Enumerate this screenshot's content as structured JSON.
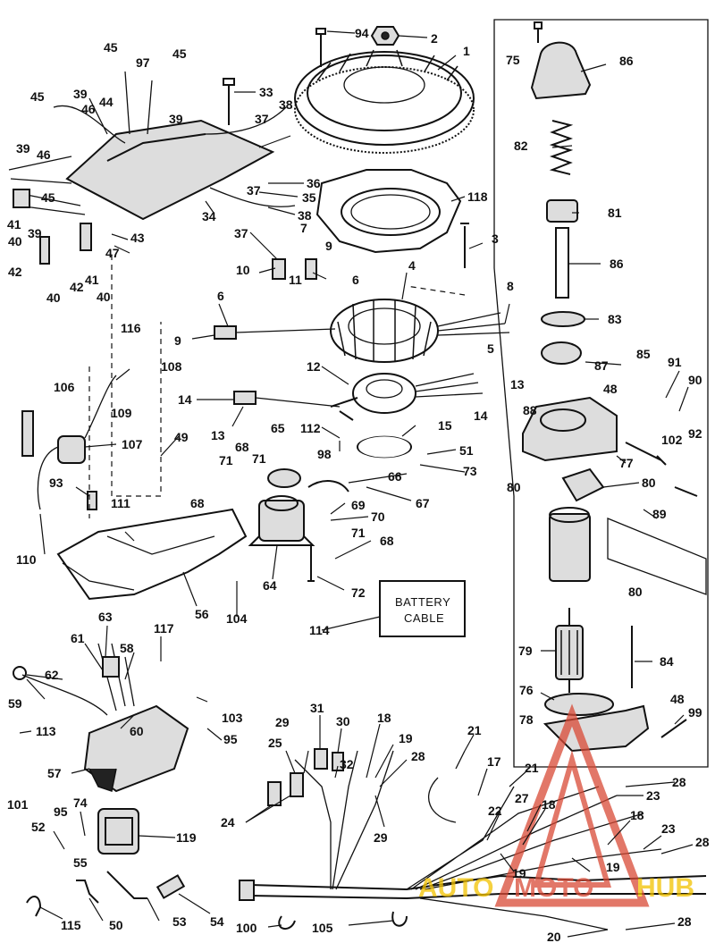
{
  "battery_box": {
    "line1": "BATTERY",
    "line2": "CABLE"
  },
  "watermark": {
    "word1": "AUTO",
    "word2": "MOTO",
    "word3": "HUB",
    "color1": "#f2c200",
    "color2": "#d94a36"
  },
  "callouts": {
    "c1": "1",
    "c2": "2",
    "c3": "3",
    "c4": "4",
    "c5": "5",
    "c6a": "6",
    "c6b": "6",
    "c7": "7",
    "c8": "8",
    "c9a": "9",
    "c9b": "9",
    "c10": "10",
    "c11": "11",
    "c12": "12",
    "c13a": "13",
    "c13b": "13",
    "c14a": "14",
    "c14b": "14",
    "c15": "15",
    "c17": "17",
    "c18a": "18",
    "c18b": "18",
    "c18c": "18",
    "c19a": "19",
    "c19b": "19",
    "c19c": "19",
    "c20": "20",
    "c21a": "21",
    "c21b": "21",
    "c22": "22",
    "c23a": "23",
    "c23b": "23",
    "c24": "24",
    "c25": "25",
    "c27": "27",
    "c28a": "28",
    "c28b": "28",
    "c28c": "28",
    "c28d": "28",
    "c29a": "29",
    "c29b": "29",
    "c30": "30",
    "c31": "31",
    "c32": "32",
    "c33": "33",
    "c34": "34",
    "c35": "35",
    "c36": "36",
    "c37a": "37",
    "c37b": "37",
    "c37c": "37",
    "c38a": "38",
    "c38b": "38",
    "c39a": "39",
    "c39b": "39",
    "c39c": "39",
    "c39d": "39",
    "c40a": "40",
    "c40b": "40",
    "c40c": "40",
    "c41a": "41",
    "c41b": "41",
    "c42a": "42",
    "c42b": "42",
    "c43": "43",
    "c44": "44",
    "c45a": "45",
    "c45b": "45",
    "c45c": "45",
    "c45d": "45",
    "c46a": "46",
    "c46b": "46",
    "c47": "47",
    "c48a": "48",
    "c48b": "48",
    "c49": "49",
    "c50": "50",
    "c51": "51",
    "c52": "52",
    "c53": "53",
    "c54": "54",
    "c55": "55",
    "c56": "56",
    "c57": "57",
    "c58": "58",
    "c59": "59",
    "c60": "60",
    "c61": "61",
    "c62": "62",
    "c63": "63",
    "c64": "64",
    "c65": "65",
    "c66": "66",
    "c67": "67",
    "c68a": "68",
    "c68b": "68",
    "c68c": "68",
    "c69": "69",
    "c70": "70",
    "c71a": "71",
    "c71b": "71",
    "c71c": "71",
    "c72": "72",
    "c73": "73",
    "c74": "74",
    "c75": "75",
    "c76": "76",
    "c77": "77",
    "c78": "78",
    "c79": "79",
    "c80a": "80",
    "c80b": "80",
    "c80c": "80",
    "c81": "81",
    "c82": "82",
    "c83": "83",
    "c84": "84",
    "c85": "85",
    "c86": "86",
    "c86b": "86",
    "c87": "87",
    "c88": "88",
    "c89": "89",
    "c90": "90",
    "c91": "91",
    "c92": "92",
    "c93": "93",
    "c94": "94",
    "c95a": "95",
    "c95b": "95",
    "c97": "97",
    "c98": "98",
    "c99": "99",
    "c100": "100",
    "c101": "101",
    "c102": "102",
    "c103": "103",
    "c104": "104",
    "c105": "105",
    "c106": "106",
    "c107": "107",
    "c108": "108",
    "c109": "109",
    "c110": "110",
    "c111": "111",
    "c112": "112",
    "c113": "113",
    "c114": "114",
    "c115": "115",
    "c116": "116",
    "c117": "117",
    "c118": "118",
    "c119": "119"
  }
}
